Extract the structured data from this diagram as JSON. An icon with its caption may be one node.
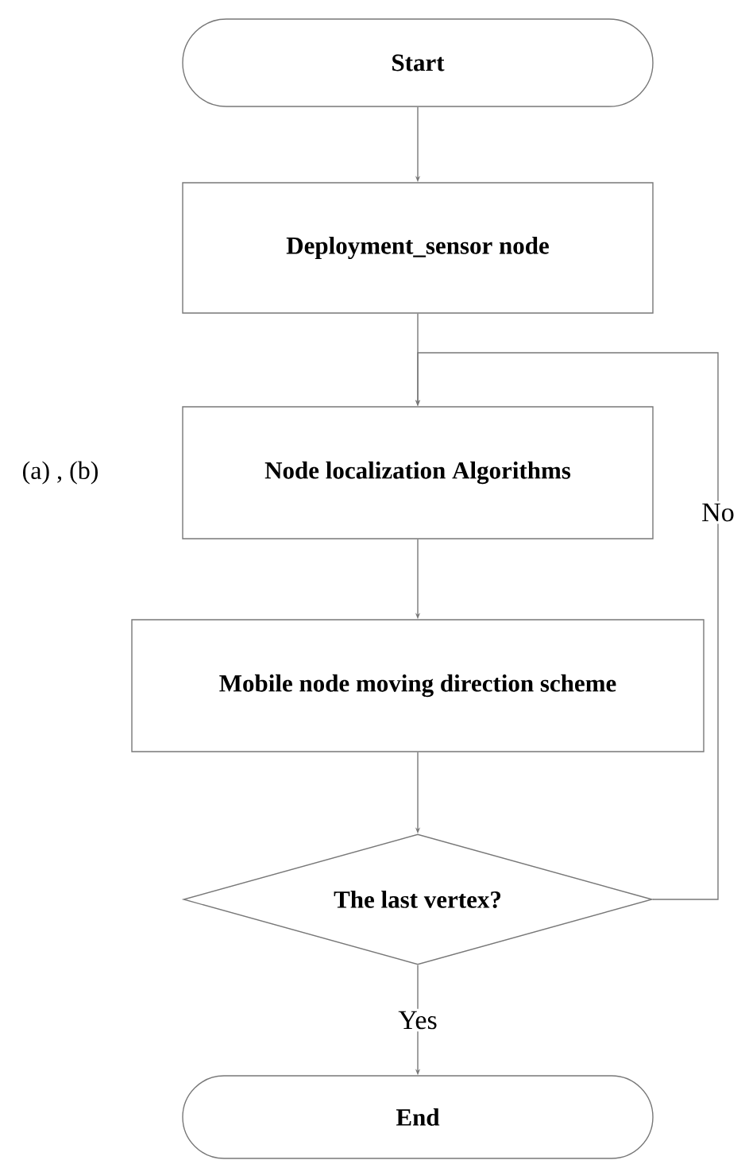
{
  "diagram": {
    "nodes": [
      {
        "text": [
          "Start"
        ]
      },
      {
        "text": [
          "Deployment_sensor node"
        ]
      },
      {
        "text": [
          "Node localization Algorithms"
        ],
        "beside": [
          "(a) , (b)"
        ]
      },
      {
        "text": [
          "Mobile node moving direction scheme"
        ]
      },
      {
        "text": [
          "The last vertex?"
        ]
      },
      {
        "text": [
          "End"
        ]
      }
    ],
    "edges": [
      {
        "from": 0,
        "to": 1,
        "arrow": "to"
      },
      {
        "from": 1,
        "to": 2,
        "arrow": "to"
      },
      {
        "from": 2,
        "to": 3,
        "arrow": "to"
      },
      {
        "from": 3,
        "to": 4,
        "arrow": "to"
      },
      {
        "from": 4,
        "to": 5,
        "arrow": "to",
        "label": "Yes"
      },
      {
        "from": 4,
        "to": 2,
        "arrow": "to",
        "label": "No"
      }
    ]
  }
}
